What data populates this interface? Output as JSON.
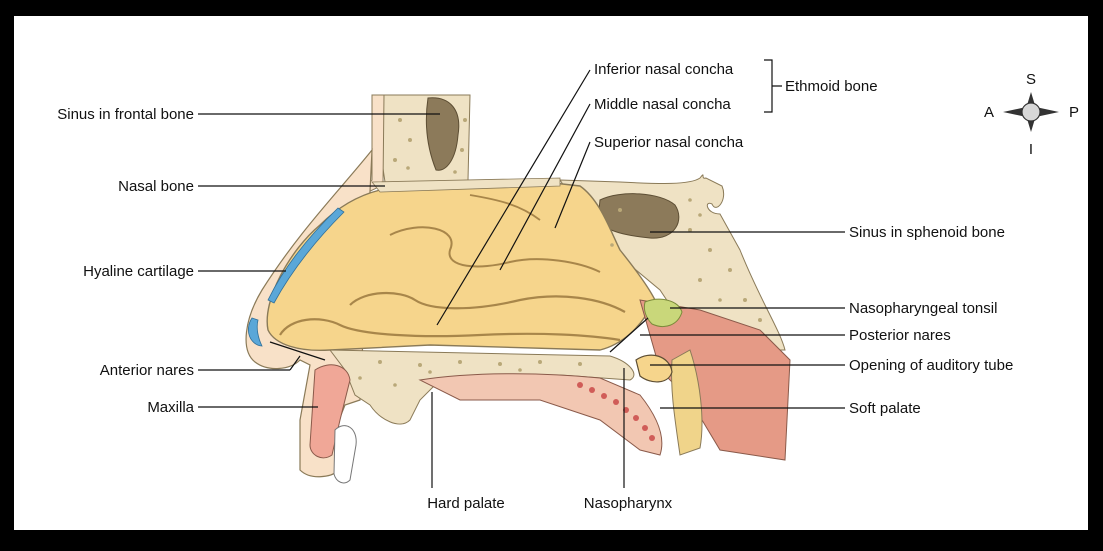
{
  "labels": {
    "sinus_frontal": "Sinus in frontal bone",
    "nasal_bone": "Nasal bone",
    "hyaline_cartilage": "Hyaline cartilage",
    "anterior_nares": "Anterior nares",
    "maxilla": "Maxilla",
    "inferior_concha": "Inferior nasal concha",
    "middle_concha": "Middle nasal concha",
    "superior_concha": "Superior nasal concha",
    "ethmoid_bone": "Ethmoid bone",
    "sinus_sphenoid": "Sinus in sphenoid bone",
    "nasopharyngeal_tonsil": "Nasopharyngeal tonsil",
    "posterior_nares": "Posterior nares",
    "auditory_tube": "Opening of auditory tube",
    "soft_palate": "Soft palate",
    "hard_palate": "Hard palate",
    "nasopharynx": "Nasopharynx"
  },
  "compass": {
    "north": "S",
    "south": "I",
    "west": "A",
    "east": "P"
  },
  "colors": {
    "cavity": "#f6d58c",
    "bone": "#efe2c4",
    "bone_dots": "#b9a878",
    "skin": "#f8e1c8",
    "sinus": "#8c7a5a",
    "cartilage": "#5aa7d8",
    "muscle": "#e59a86",
    "tonsil": "#c9d77a"
  }
}
